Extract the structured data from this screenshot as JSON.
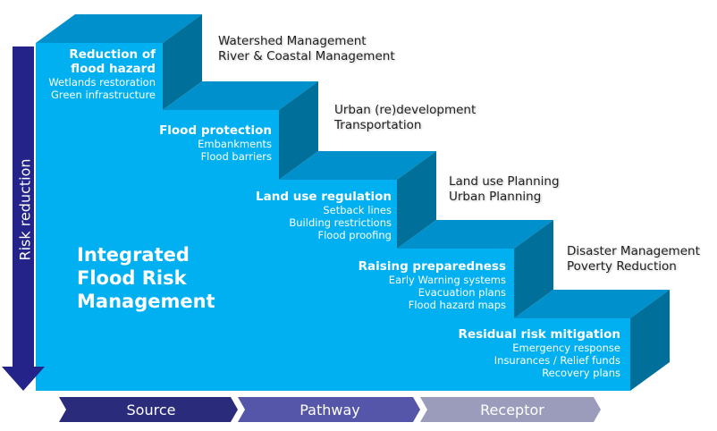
{
  "title": "Integrated Flood Risk Management",
  "axis_label": "Risk reduction",
  "steps": [
    {
      "title": "Reduction of flood hazard",
      "title_lines": [
        "Reduction of",
        "flood hazard"
      ],
      "items": [
        "Wetlands restoration",
        "Green infrastructure"
      ],
      "sectors": [
        "Watershed Management",
        "River & Coastal Management"
      ]
    },
    {
      "title": "Flood protection",
      "items": [
        "Embankments",
        "Flood barriers"
      ],
      "sectors": [
        "Urban (re)development",
        "Transportation"
      ]
    },
    {
      "title": "Land use regulation",
      "items": [
        "Setback lines",
        "Building restrictions",
        "Flood proofing"
      ],
      "sectors": [
        "Land use Planning",
        "Urban Planning"
      ]
    },
    {
      "title": "Raising preparedness",
      "items": [
        "Early Warning systems",
        "Evacuation plans",
        "Flood hazard maps"
      ],
      "sectors": [
        "Disaster Management",
        "Poverty Reduction"
      ]
    },
    {
      "title": "Residual risk mitigation",
      "items": [
        "Emergency response",
        "Insurances / Relief funds",
        "Recovery plans"
      ]
    }
  ],
  "main_lines": [
    "Integrated",
    "Flood Risk",
    "Management"
  ],
  "chain": [
    "Source",
    "Pathway",
    "Receptor"
  ],
  "colors": {
    "front": "#00b0f0",
    "top": "#0090cc",
    "side": "#006f9a",
    "arrow": "#23238a",
    "source": "#2b2b7c",
    "pathway": "#5555aa",
    "receptor": "#9b9bbb"
  }
}
